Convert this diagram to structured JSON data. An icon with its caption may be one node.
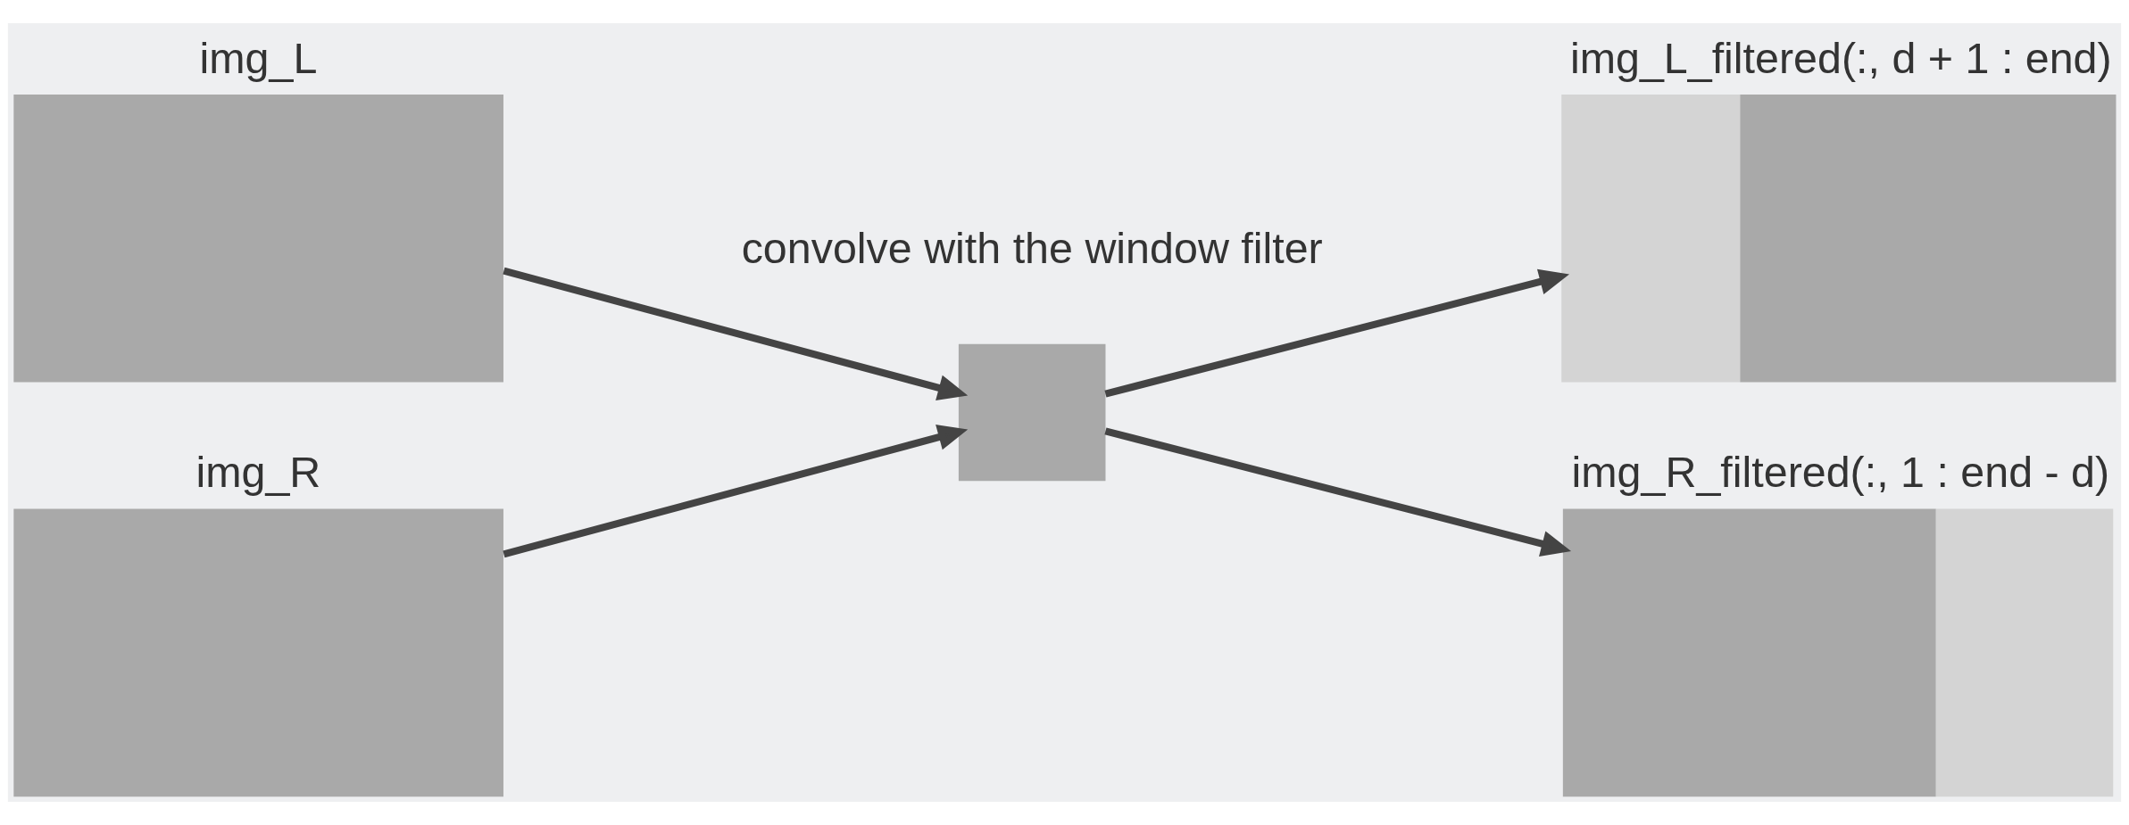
{
  "diagram": {
    "nodes": [
      {
        "text": [
          "img_L"
        ]
      },
      {
        "text": [
          "img_R"
        ]
      },
      {
        "text": [],
        "shape": "box"
      },
      {
        "text": [
          "img_L_filtered(:, d + 1 : end)"
        ]
      },
      {
        "text": [
          "img_R_filtered(:, 1 : end - d)"
        ]
      }
    ],
    "edges": [
      {
        "from": 0,
        "to": 2,
        "arrow": "to"
      },
      {
        "from": 1,
        "to": 2,
        "arrow": "to"
      },
      {
        "from": 2,
        "to": 3,
        "arrow": "to"
      },
      {
        "from": 2,
        "to": 4,
        "arrow": "to"
      }
    ],
    "labels": [
      "convolve with the window filter"
    ]
  }
}
